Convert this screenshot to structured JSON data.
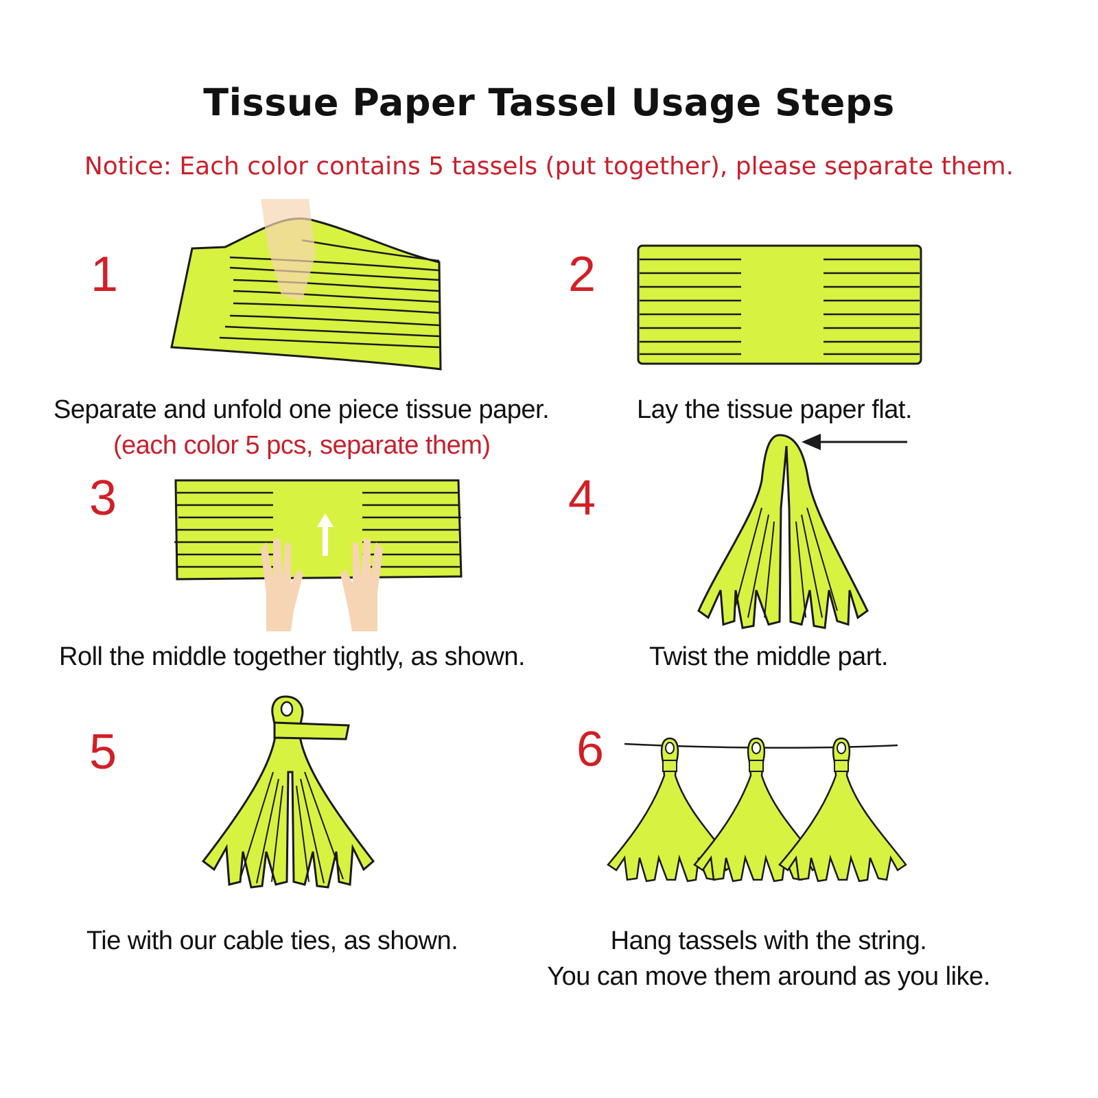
{
  "title": "Tissue  Paper Tassel Usage Steps",
  "notice": "Notice:  Each color contains 5 tassels (put together), please separate them.",
  "colors": {
    "paper": "#d8f241",
    "outline": "#1a1a1a",
    "accent_red": "#d11f26",
    "skin": "#f6d5b4"
  },
  "steps": [
    {
      "number": "1",
      "caption": "Separate and unfold one piece tissue paper.",
      "note": "(each color 5 pcs, separate them)"
    },
    {
      "number": "2",
      "caption": "Lay the tissue paper flat."
    },
    {
      "number": "3",
      "caption": "Roll the middle together tightly, as shown."
    },
    {
      "number": "4",
      "caption": "Twist the middle part."
    },
    {
      "number": "5",
      "caption": "Tie with our cable ties, as shown."
    },
    {
      "number": "6",
      "caption": "Hang tassels with the string.",
      "caption_line2": "You can move them around as you like."
    }
  ]
}
